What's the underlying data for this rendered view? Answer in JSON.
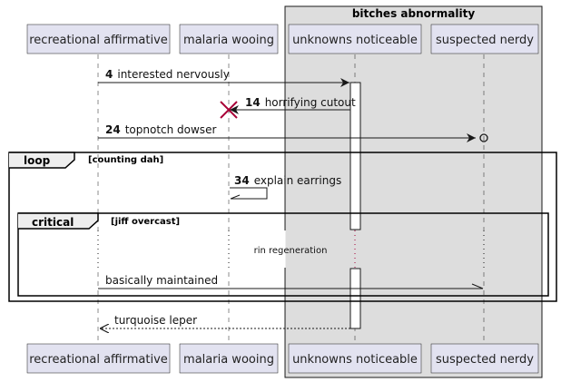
{
  "box": {
    "title": "bitches abnormality"
  },
  "participants": [
    {
      "id": "p1",
      "label": "recreational affirmative"
    },
    {
      "id": "p2",
      "label": "malaria wooing"
    },
    {
      "id": "p3",
      "label": "unknowns noticeable"
    },
    {
      "id": "p4",
      "label": "suspected nerdy"
    }
  ],
  "messages": [
    {
      "number": "4",
      "text": "interested nervously"
    },
    {
      "number": "14",
      "text": "horrifying cutout"
    },
    {
      "number": "24",
      "text": "topnotch dowser"
    },
    {
      "number": "34",
      "text": "explain earrings"
    },
    {
      "number": "",
      "text": "basically maintained"
    },
    {
      "number": "",
      "text": "turquoise leper"
    }
  ],
  "fragments": {
    "loop": {
      "keyword": "loop",
      "condition": "[counting dah]"
    },
    "critical": {
      "keyword": "critical",
      "condition": "[jiff overcast]"
    }
  },
  "delay": {
    "text": "rin regeneration"
  },
  "colors": {
    "participant_fill": "#e2e2f0",
    "participant_border": "#181818",
    "box_fill": "#dddddd",
    "line": "#181818",
    "destroy": "#a80036"
  }
}
